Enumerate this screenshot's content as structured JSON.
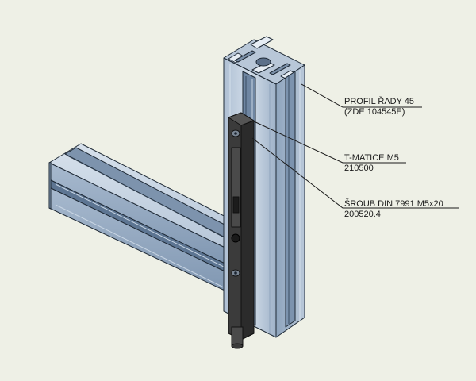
{
  "callouts": [
    {
      "name": "profil",
      "line1": "PROFIL ŘADY 45",
      "line2": "(ZDE 104545E)"
    },
    {
      "name": "t-matice",
      "line1": "T-MATICE M5",
      "line2": "210500"
    },
    {
      "name": "sroub",
      "line1": "ŠROUB DIN 7991 M5x20",
      "line2": "200520.4"
    }
  ],
  "colors": {
    "background": "#eef0e6",
    "aluminium_light": "#c6d4e4",
    "aluminium_mid": "#9fb4cc",
    "aluminium_dark": "#6f87a3",
    "bracket": "#3c3c3c",
    "leader": "#1a1a1a"
  }
}
